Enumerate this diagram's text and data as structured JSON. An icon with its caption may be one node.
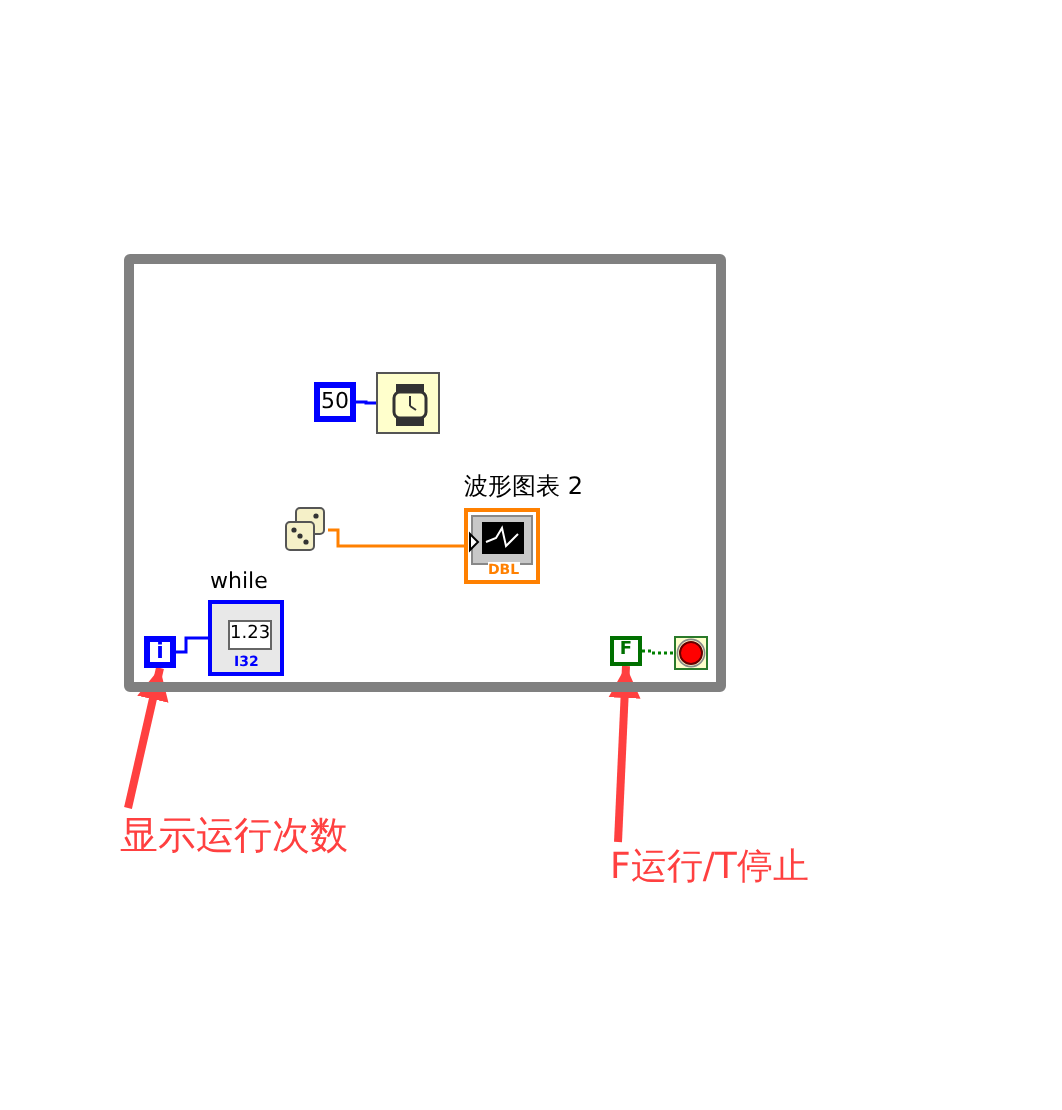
{
  "diagram": {
    "nodes": [
      {
        "text": [],
        "shape": "box"
      },
      {
        "text": [
          "50"
        ],
        "in": 0
      },
      {
        "text": [],
        "shape": "box",
        "in": 0
      },
      {
        "text": [],
        "shape": "picture",
        "in": 0
      },
      {
        "text": [
          "波形图表 2",
          "DBL"
        ],
        "in": 0
      },
      {
        "text": [
          "while",
          "1.23",
          "I32"
        ],
        "in": 0
      },
      {
        "text": [
          "i"
        ],
        "in": 0
      },
      {
        "text": [
          "F"
        ],
        "in": 0
      },
      {
        "text": [],
        "shape": "circle",
        "in": 0
      },
      {
        "text": [
          "显示运行次数"
        ]
      },
      {
        "text": [
          "F运行/T停止"
        ]
      }
    ],
    "edges": [
      {
        "from": 1,
        "to": 2,
        "arrow": "none",
        "color": "#0000ff"
      },
      {
        "from": 3,
        "to": 4,
        "arrow": "none",
        "color": "#ff8000"
      },
      {
        "from": 6,
        "to": 5,
        "arrow": "none",
        "color": "#0000ff"
      },
      {
        "from": 7,
        "to": 8,
        "arrow": "none",
        "style": "dashed",
        "color": "#008000"
      },
      {
        "from": 9,
        "to": 6,
        "arrow": "to",
        "style": "thick",
        "color": "#ff4040"
      },
      {
        "from": 10,
        "to": 7,
        "arrow": "to",
        "style": "thick",
        "color": "#ff4040"
      }
    ]
  }
}
